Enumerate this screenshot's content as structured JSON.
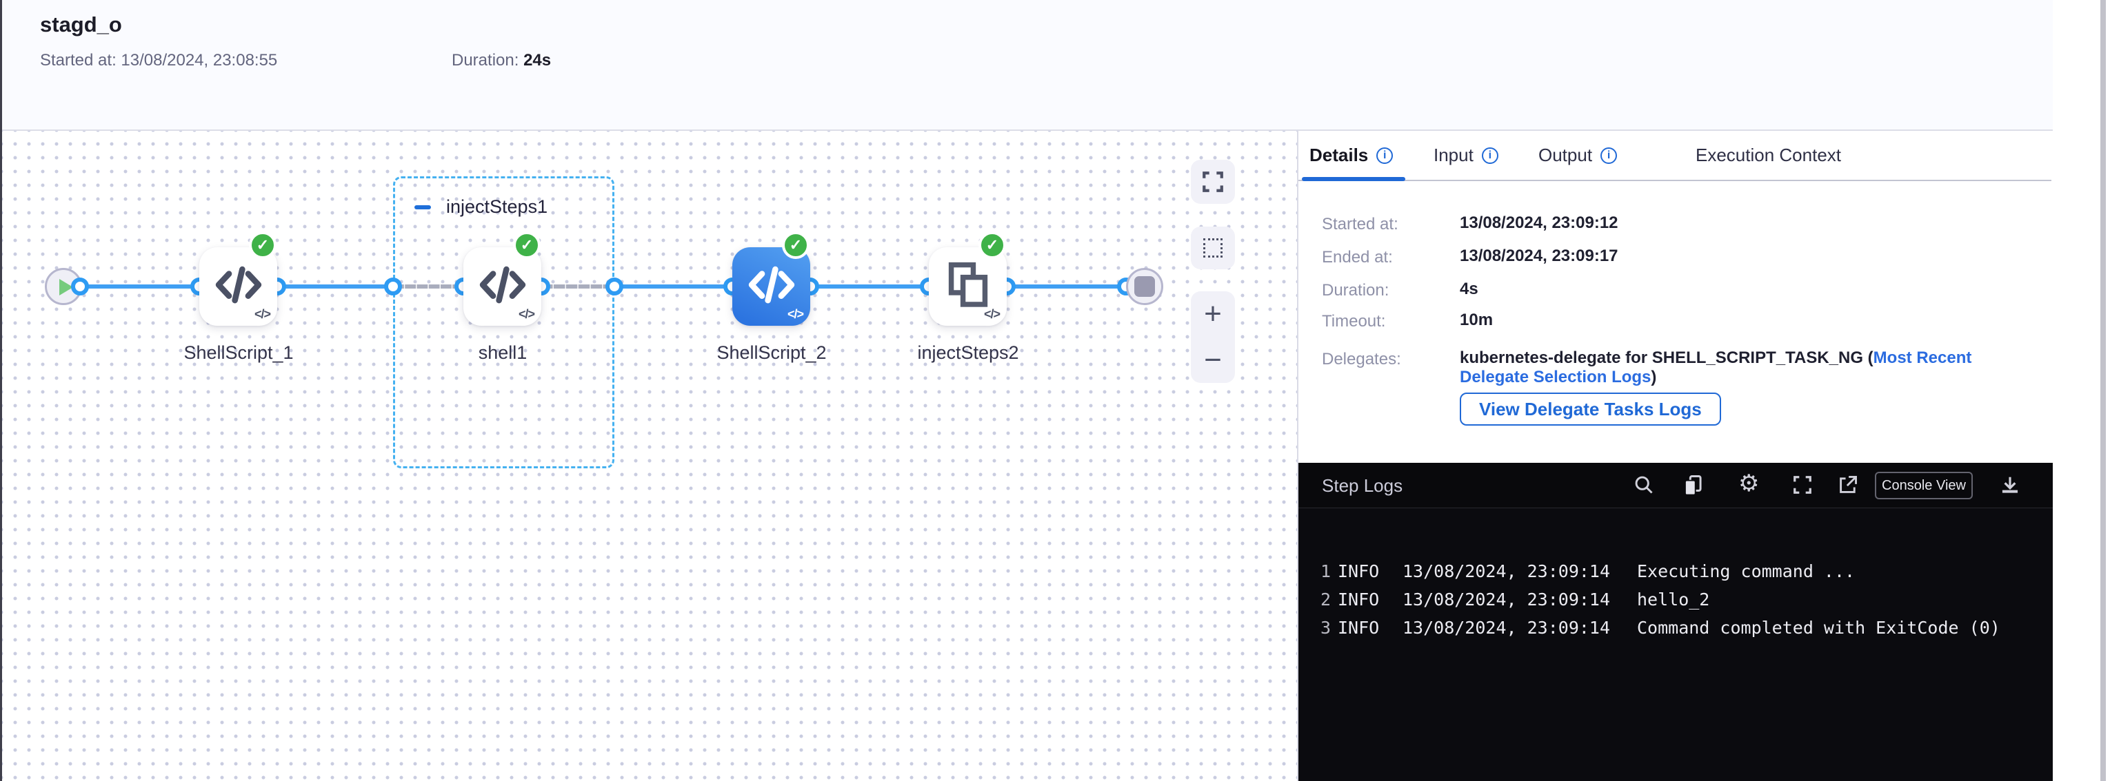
{
  "header": {
    "title": "stagd_o",
    "started": "Started at: 13/08/2024, 23:08:55",
    "duration_label": "Duration: ",
    "duration_value": "24s"
  },
  "canvas": {
    "group_label": "injectSteps1",
    "nodes": [
      {
        "label": "ShellScript_1",
        "status": "success"
      },
      {
        "label": "shell1",
        "status": "success"
      },
      {
        "label": "ShellScript_2",
        "status": "success",
        "selected": true
      },
      {
        "label": "injectSteps2",
        "status": "success"
      }
    ],
    "check_glyph": "✓",
    "mini_code_glyph": "</>",
    "zoom_in": "+",
    "zoom_out": "−"
  },
  "panel": {
    "tabs": [
      {
        "label": "Details",
        "active": true,
        "info": true
      },
      {
        "label": "Input",
        "info": true
      },
      {
        "label": "Output",
        "info": true
      },
      {
        "label": "Execution Context",
        "info": false
      }
    ],
    "info_glyph": "i",
    "details": {
      "rows": [
        {
          "label": "Started at:",
          "value": "13/08/2024, 23:09:12"
        },
        {
          "label": "Ended at:",
          "value": "13/08/2024, 23:09:17"
        },
        {
          "label": "Duration:",
          "value": "4s"
        },
        {
          "label": "Timeout:",
          "value": "10m"
        }
      ],
      "delegates_label": "Delegates:",
      "delegates_text": "kubernetes-delegate for SHELL_SCRIPT_TASK_NG (",
      "delegates_link": "Most Recent",
      "delegates_link2": "Delegate Selection Logs",
      "delegates_close": ")",
      "view_logs_button": "View Delegate Tasks Logs"
    }
  },
  "console": {
    "title": "Step Logs",
    "console_view_label": "Console View",
    "logs": [
      {
        "num": "1",
        "level": "INFO",
        "time": "13/08/2024, 23:09:14",
        "message": "Executing command ..."
      },
      {
        "num": "2",
        "level": "INFO",
        "time": "13/08/2024, 23:09:14",
        "message": "hello_2"
      },
      {
        "num": "3",
        "level": "INFO",
        "time": "13/08/2024, 23:09:14",
        "message": "Command completed with ExitCode (0)"
      }
    ]
  },
  "colors": {
    "accent_blue": "#2069d6",
    "link_blue": "#2b6ce0",
    "edge_blue": "#3f9ff3",
    "success_green": "#3fb248",
    "group_border_blue": "#45b1f0"
  }
}
